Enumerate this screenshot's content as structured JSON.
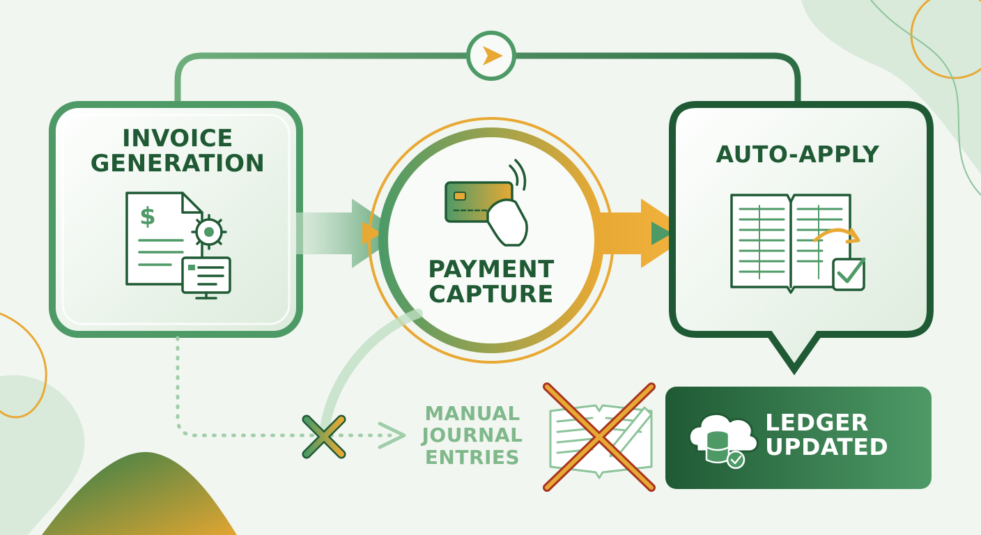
{
  "steps": {
    "invoice": {
      "line1": "INVOICE",
      "line2": "GENERATION",
      "icon": "invoice-gear-icon"
    },
    "payment": {
      "line1": "PAYMENT",
      "line2": "CAPTURE",
      "icon": "card-tap-icon"
    },
    "auto_apply": {
      "line1": "AUTO-APPLY",
      "icon": "ledger-book-check-icon"
    }
  },
  "manual": {
    "line1": "MANUAL",
    "line2": "JOURNAL",
    "line3": "ENTRIES",
    "status": "crossed-out",
    "icon": "journal-book-icon"
  },
  "result": {
    "line1": "LEDGER",
    "line2": "UPDATED",
    "icon": "cloud-database-check-icon"
  },
  "colors": {
    "dark_green": "#1f5a34",
    "green": "#4e9a67",
    "light_green": "#a9d3b2",
    "gold": "#e8a934",
    "red": "#d8452b",
    "background": "#f2f6f1"
  }
}
